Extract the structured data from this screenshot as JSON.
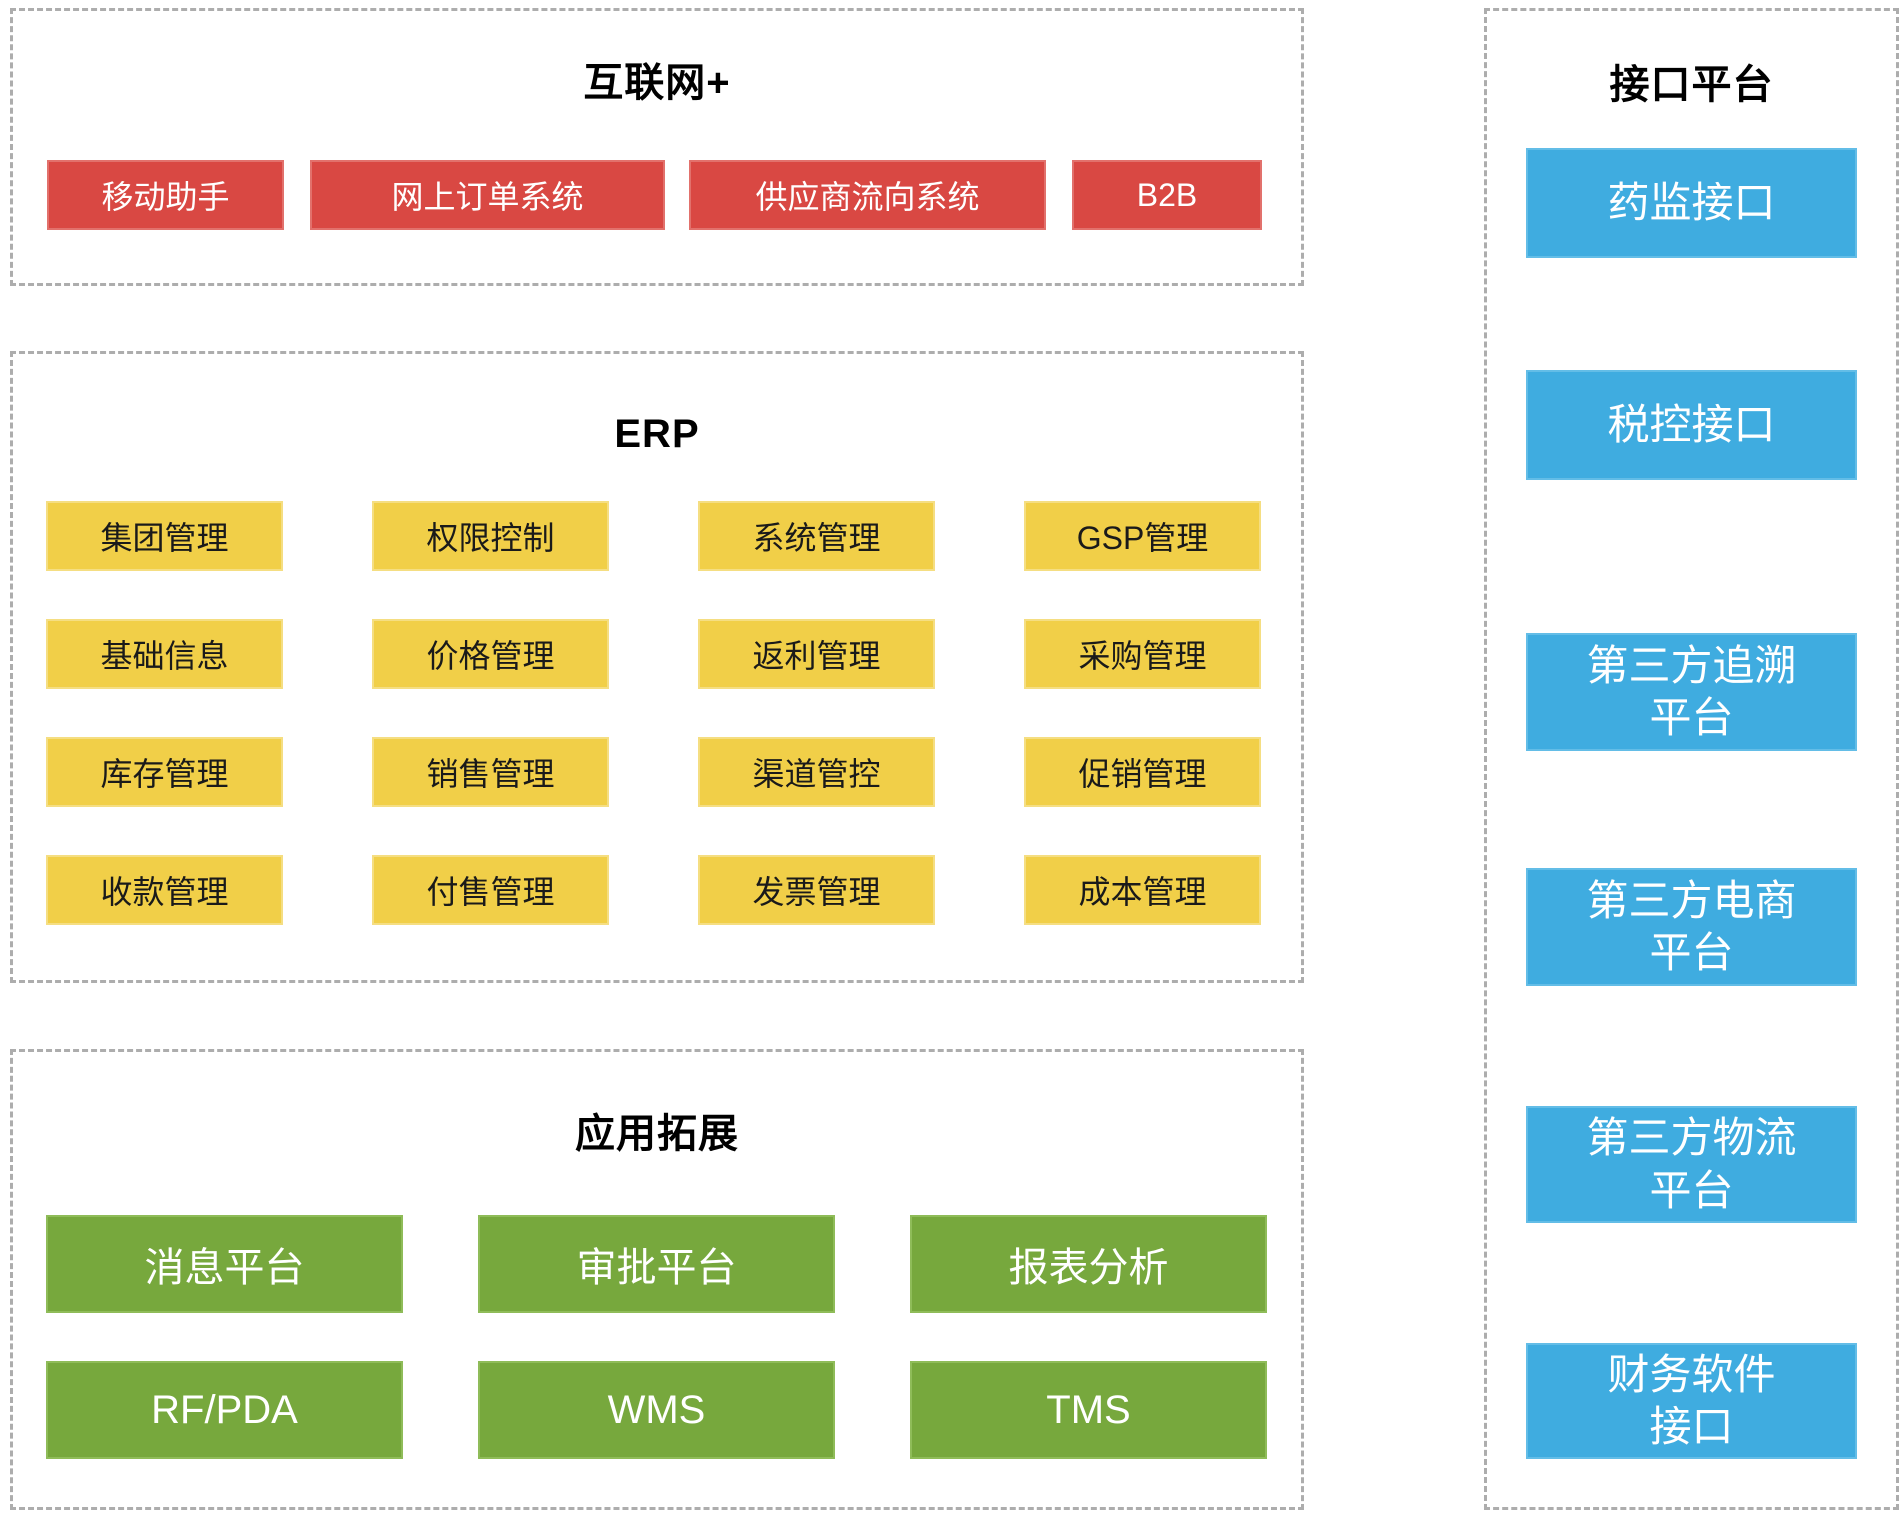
{
  "colors": {
    "red": "#D94843",
    "yellow": "#F1CF48",
    "green": "#77A83D",
    "blue": "#3FACE0",
    "dashed_border": "#ADADAD",
    "title_text": "#000000"
  },
  "sections": {
    "internet": {
      "title": "互联网+",
      "items": [
        "移动助手",
        "网上订单系统",
        "供应商流向系统",
        "B2B"
      ]
    },
    "erp": {
      "title": "ERP",
      "items": [
        "集团管理",
        "权限控制",
        "系统管理",
        "GSP管理",
        "基础信息",
        "价格管理",
        "返利管理",
        "采购管理",
        "库存管理",
        "销售管理",
        "渠道管控",
        "促销管理",
        "收款管理",
        "付售管理",
        "发票管理",
        "成本管理"
      ]
    },
    "apps": {
      "title": "应用拓展",
      "items": [
        "消息平台",
        "审批平台",
        "报表分析",
        "RF/PDA",
        "WMS",
        "TMS"
      ]
    },
    "interfaces": {
      "title": "接口平台",
      "items": [
        "药监接口",
        "税控接口",
        "第三方追溯\n平台",
        "第三方电商\n平台",
        "第三方物流\n平台",
        "财务软件\n接口"
      ]
    }
  }
}
